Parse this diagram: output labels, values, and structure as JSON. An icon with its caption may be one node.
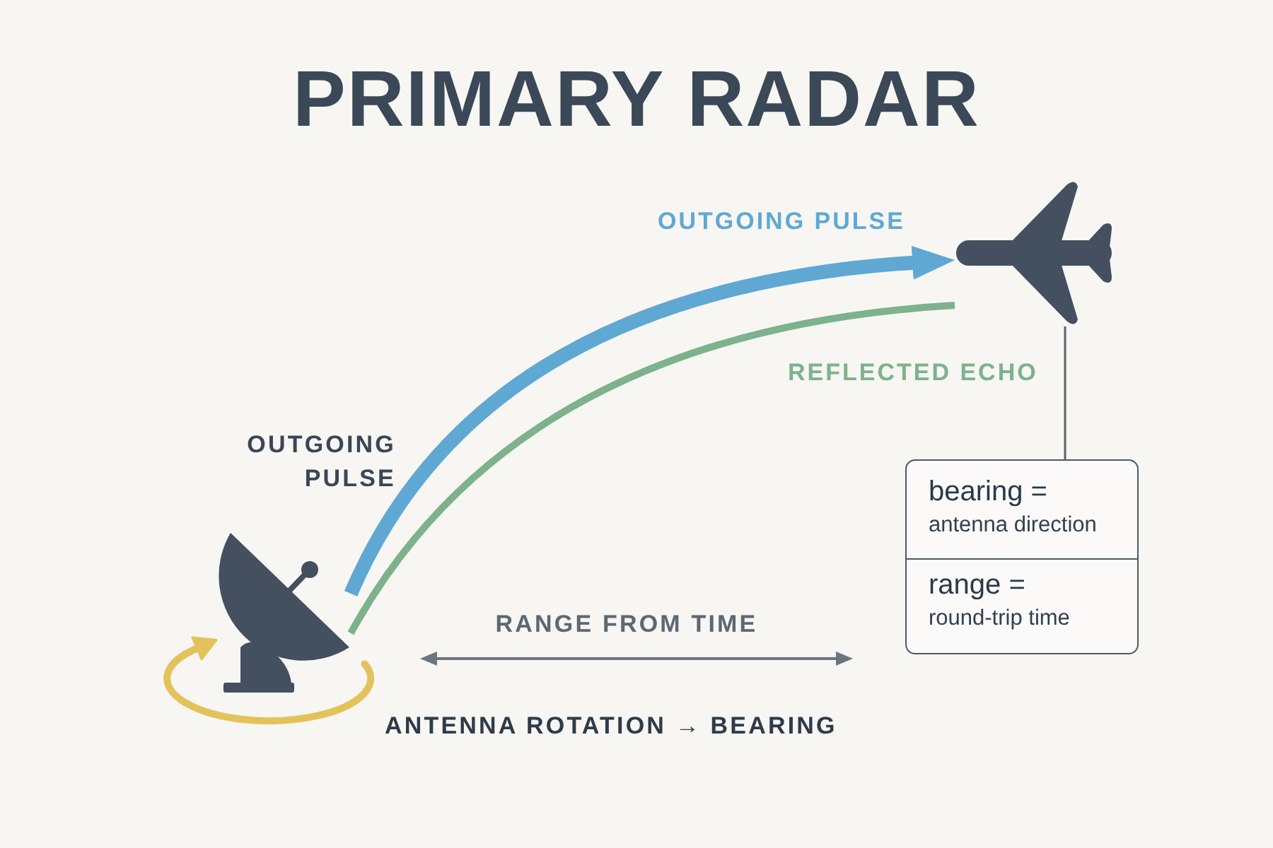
{
  "diagram": {
    "title": "PRIMARY RADAR",
    "nodes": [
      {
        "text": [],
        "shape": "picture"
      },
      {
        "text": [],
        "shape": "picture"
      },
      {
        "text": [
          "bearing =",
          "antenna direction",
          "range =",
          "round-trip time"
        ]
      }
    ],
    "edges": [
      {
        "from": 0,
        "to": 1,
        "arrow": "to",
        "label": "OUTGOING PULSE",
        "style": "thick",
        "color": "#5fa8d3"
      },
      {
        "from": 1,
        "to": 0,
        "arrow": "none",
        "label": "REFLECTED ECHO",
        "color": "#7db28c"
      },
      {
        "from": 1,
        "to": 2,
        "arrow": "none",
        "color": "#5a6470"
      }
    ],
    "labels": [
      "OUTGOING PULSE",
      "RANGE FROM TIME",
      "ANTENNA ROTATION → BEARING"
    ]
  }
}
